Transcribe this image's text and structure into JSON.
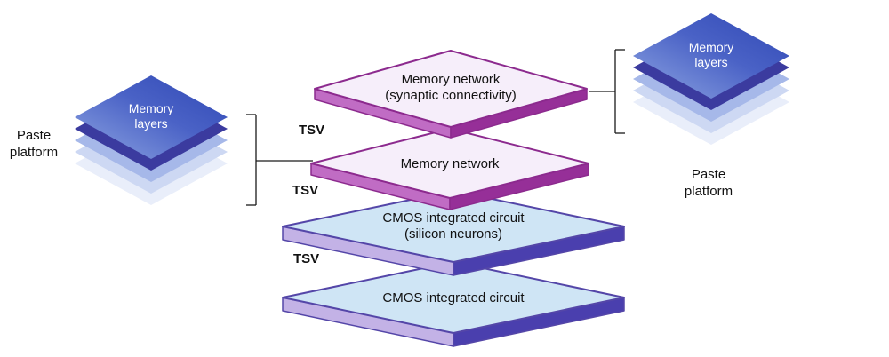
{
  "diagram": {
    "left_stack": {
      "label_line1": "Memory",
      "label_line2": "layers",
      "platform_label_line1": "Paste",
      "platform_label_line2": "platform"
    },
    "right_stack": {
      "label_line1": "Memory",
      "label_line2": "layers",
      "platform_label_line1": "Paste",
      "platform_label_line2": "platform"
    },
    "center_stack": {
      "layers": [
        {
          "name": "memory-network-synaptic",
          "lines": [
            "Memory network",
            "(synaptic connectivity)"
          ]
        },
        {
          "name": "memory-network",
          "lines": [
            "Memory network"
          ]
        },
        {
          "name": "cmos-silicon-neurons",
          "lines": [
            "CMOS integrated circuit",
            "(silicon neurons)"
          ]
        },
        {
          "name": "cmos-integrated-circuit",
          "lines": [
            "CMOS integrated circuit"
          ]
        }
      ]
    },
    "tsv_labels": [
      "TSV",
      "TSV",
      "TSV"
    ],
    "colors": {
      "memory_top": "#f6eefa",
      "memory_side_left": "#c06cc4",
      "memory_side_right": "#962f98",
      "memory_outline": "#8c2a8e",
      "cmos_top": "#cfe5f5",
      "cmos_side_left": "#c3b2e6",
      "cmos_side_right": "#4a3fae",
      "cmos_outline": "#5446a8",
      "stack_blue_light": "#8fa6e2",
      "stack_blue_mid": "#4a62c6",
      "stack_blue_dark": "#2f47b4",
      "stack_indigo": "#3b3b9f",
      "stack_fade_1": "#a6b8e9",
      "stack_fade_2": "#cdd8f3",
      "stack_fade_3": "#e9eefa",
      "connector": "#1a1a1a"
    }
  }
}
